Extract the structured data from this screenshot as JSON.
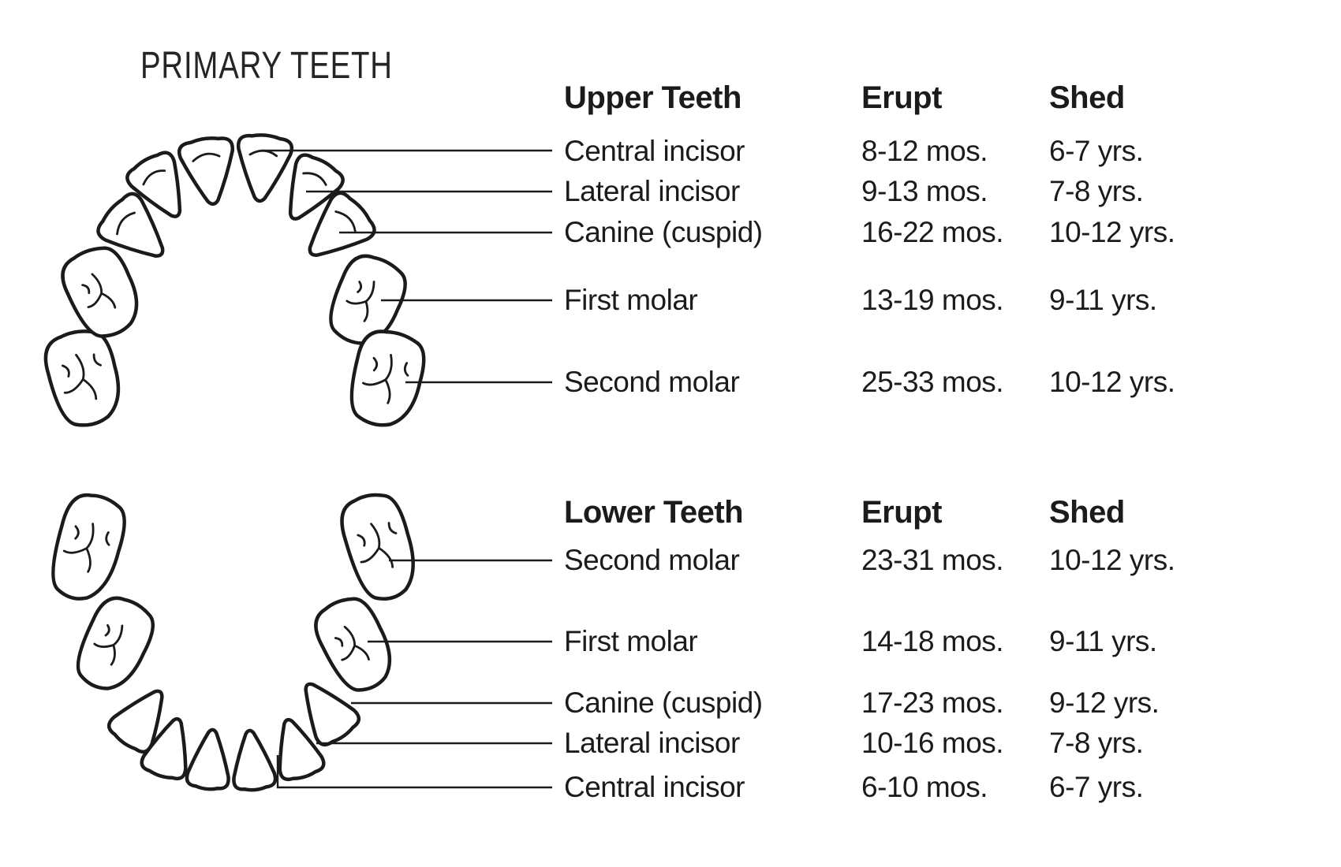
{
  "title": "PRIMARY TEETH",
  "upper": {
    "header": {
      "name": "Upper Teeth",
      "erupt": "Erupt",
      "shed": "Shed"
    },
    "rows": [
      {
        "name": "Central incisor",
        "erupt": "8-12 mos.",
        "shed": "6-7 yrs."
      },
      {
        "name": "Lateral incisor",
        "erupt": "9-13 mos.",
        "shed": "7-8 yrs."
      },
      {
        "name": "Canine (cuspid)",
        "erupt": "16-22 mos.",
        "shed": "10-12 yrs."
      },
      {
        "name": "First molar",
        "erupt": "13-19 mos.",
        "shed": "9-11 yrs."
      },
      {
        "name": "Second molar",
        "erupt": "25-33 mos.",
        "shed": "10-12 yrs."
      }
    ]
  },
  "lower": {
    "header": {
      "name": "Lower Teeth",
      "erupt": "Erupt",
      "shed": "Shed"
    },
    "rows": [
      {
        "name": "Second molar",
        "erupt": "23-31 mos.",
        "shed": "10-12 yrs."
      },
      {
        "name": "First molar",
        "erupt": "14-18 mos.",
        "shed": "9-11 yrs."
      },
      {
        "name": "Canine (cuspid)",
        "erupt": "17-23 mos.",
        "shed": "9-12 yrs."
      },
      {
        "name": "Lateral incisor",
        "erupt": "10-16 mos.",
        "shed": "7-8 yrs."
      },
      {
        "name": "Central incisor",
        "erupt": "6-10 mos.",
        "shed": "6-7 yrs."
      }
    ]
  },
  "colors": {
    "ink": "#1c1b1a",
    "background": "#ffffff"
  }
}
